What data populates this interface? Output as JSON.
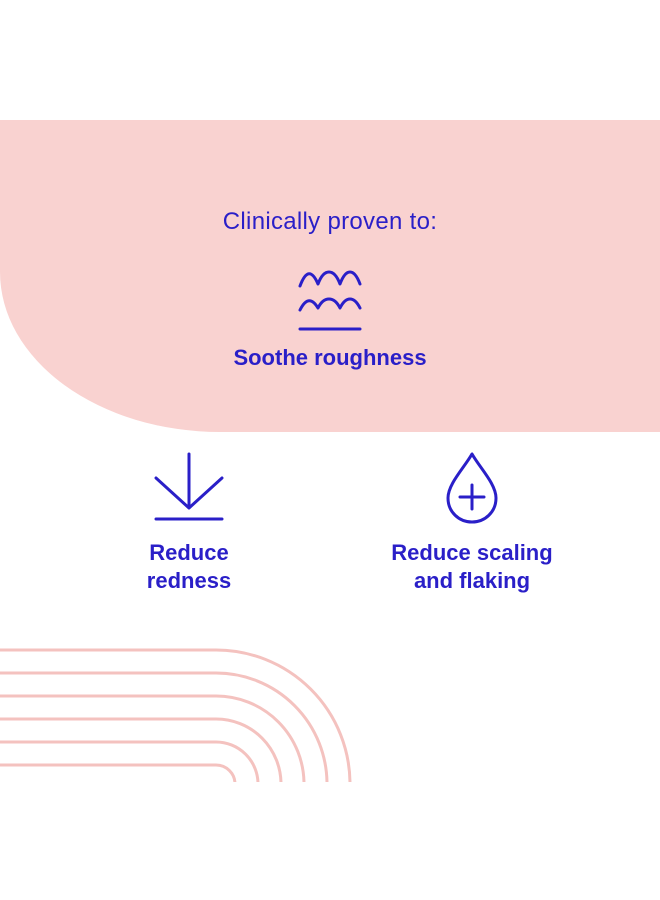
{
  "intro": "Clinically proven to:",
  "benefits": [
    {
      "label": "Soothe roughness",
      "icon": "waves-icon"
    },
    {
      "label_line1": "Reduce",
      "label_line2": "redness",
      "icon": "down-arrow-icon"
    },
    {
      "label_line1": "Reduce scaling",
      "label_line2": "and flaking",
      "icon": "droplet-plus-icon"
    }
  ],
  "colors": {
    "ink": "#2a1fc8",
    "pink": "#f9d2d0",
    "arc": "#f4c2bf",
    "background": "#ffffff"
  }
}
